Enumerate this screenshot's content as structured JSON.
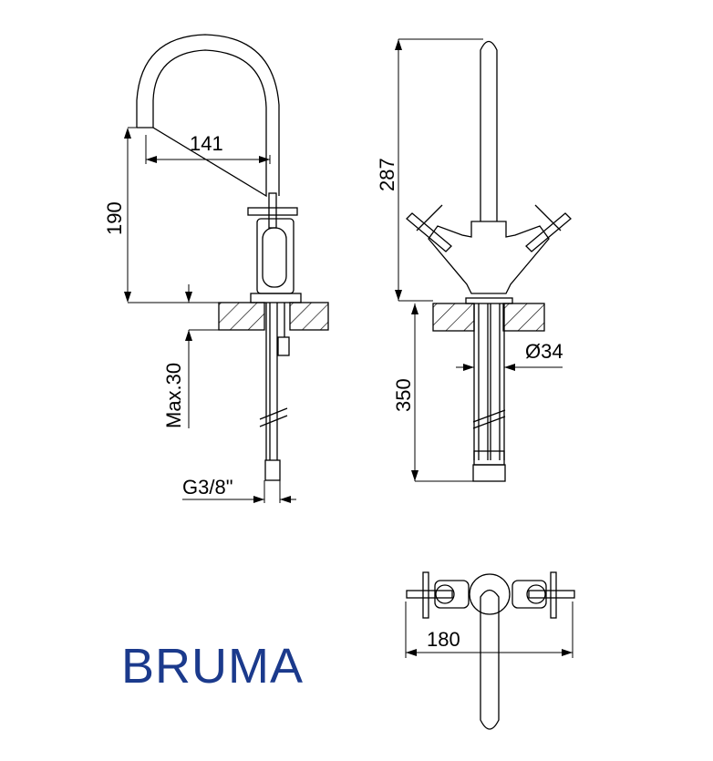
{
  "dimensions": {
    "spout_reach": "141",
    "spout_height": "190",
    "max_counter_thickness": "Max.30",
    "connection_thread": "G3/8\"",
    "total_height": "287",
    "hose_length": "350",
    "hole_diameter": "Ø34",
    "handle_span": "180"
  },
  "brand": {
    "name": "BRUMA",
    "color": "#1b3a8c"
  }
}
